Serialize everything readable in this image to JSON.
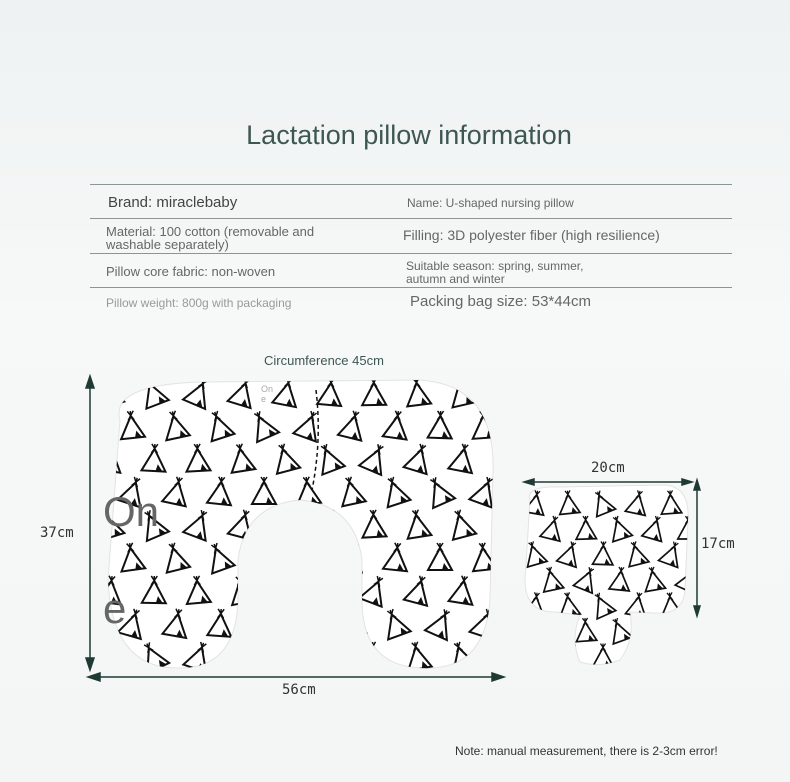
{
  "title": "Lactation pillow information",
  "specs": {
    "brand": "Brand: miraclebaby",
    "name": "Name: U-shaped nursing pillow",
    "material": "Material: 100 cotton (removable and washable separately)",
    "filling": "Filling: 3D polyester fiber (high resilience)",
    "core": "Pillow core fabric: non-woven",
    "season": "Suitable season: spring, summer, autumn and winter",
    "weight": "Pillow weight: 800g with packaging",
    "bag": "Packing bag size: 53*44cm"
  },
  "dimensions": {
    "circumference": "Circumference 45cm",
    "height": "37cm",
    "width": "56cm",
    "small_width": "20cm",
    "small_height": "17cm"
  },
  "watermark": {
    "big1": "On",
    "big2": "e",
    "small": "On e"
  },
  "note": "Note: manual measurement, there is 2-3cm error!",
  "colors": {
    "title": "#3e5753",
    "arrow": "#1f3a34",
    "fabric": "#ffffff",
    "print": "#111111"
  }
}
